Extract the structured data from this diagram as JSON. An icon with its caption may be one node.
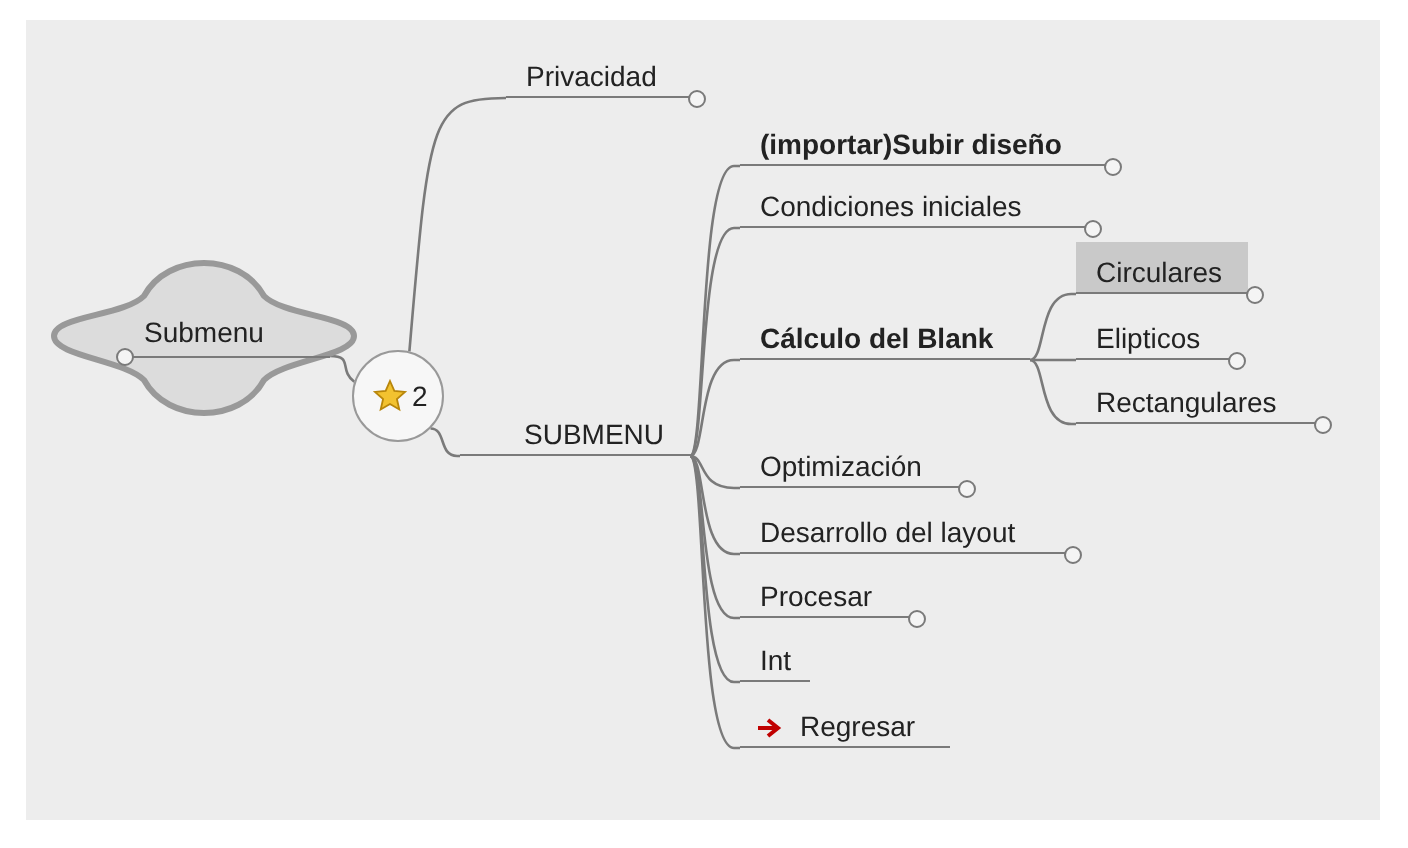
{
  "diagram": {
    "nodes": [
      {
        "text": [
          "Submenu"
        ]
      },
      {
        "text": [
          "2"
        ]
      },
      {
        "text": [
          "Privacidad"
        ]
      },
      {
        "text": [
          "SUBMENU"
        ]
      },
      {
        "text": [
          "(importar)Subir diseño"
        ]
      },
      {
        "text": [
          "Condiciones iniciales"
        ]
      },
      {
        "text": [
          "Cálculo del Blank"
        ]
      },
      {
        "text": [
          "Circulares"
        ]
      },
      {
        "text": [
          "Elipticos"
        ]
      },
      {
        "text": [
          "Rectangulares"
        ]
      },
      {
        "text": [
          "Optimización"
        ]
      },
      {
        "text": [
          "Desarrollo del layout"
        ]
      },
      {
        "text": [
          "Procesar"
        ]
      },
      {
        "text": [
          "Int"
        ]
      },
      {
        "text": [
          "Regresar"
        ]
      }
    ],
    "edges": [
      {
        "from": 0,
        "to": 1,
        "arrow": "none"
      },
      {
        "from": 1,
        "to": 2,
        "arrow": "none"
      },
      {
        "from": 1,
        "to": 3,
        "arrow": "none"
      },
      {
        "from": 3,
        "to": 4,
        "arrow": "none"
      },
      {
        "from": 3,
        "to": 5,
        "arrow": "none"
      },
      {
        "from": 3,
        "to": 6,
        "arrow": "none"
      },
      {
        "from": 6,
        "to": 7,
        "arrow": "none"
      },
      {
        "from": 6,
        "to": 8,
        "arrow": "none"
      },
      {
        "from": 6,
        "to": 9,
        "arrow": "none"
      },
      {
        "from": 3,
        "to": 10,
        "arrow": "none"
      },
      {
        "from": 3,
        "to": 11,
        "arrow": "none"
      },
      {
        "from": 3,
        "to": 12,
        "arrow": "none"
      },
      {
        "from": 3,
        "to": 13,
        "arrow": "none"
      },
      {
        "from": 3,
        "to": 14,
        "arrow": "none"
      }
    ]
  }
}
